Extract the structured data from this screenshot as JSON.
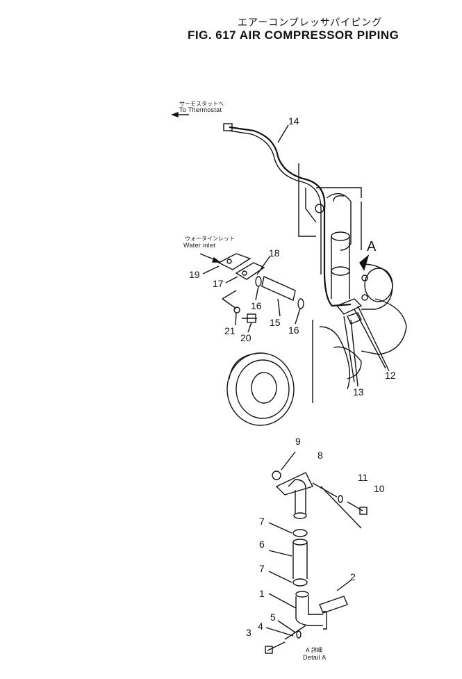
{
  "title": {
    "japanese": "エアーコンプレッサパイピング",
    "english": "FIG. 617  AIR COMPRESSOR PIPING"
  },
  "annotations": {
    "thermostat_jp": "サーモスタットへ",
    "thermostat_en": "To  Thermostat",
    "water_inlet_jp": "ウォータインレット",
    "water_inlet_en": "Water  inlet",
    "view_arrow": "A",
    "detail_jp": "A 詳細",
    "detail_en": "Detail  A"
  },
  "callouts": [
    "14",
    "18",
    "19",
    "17",
    "16",
    "15",
    "16",
    "21",
    "20",
    "12",
    "13",
    "9",
    "8",
    "11",
    "10",
    "7",
    "6",
    "7",
    "2",
    "1",
    "5",
    "4",
    "3"
  ]
}
